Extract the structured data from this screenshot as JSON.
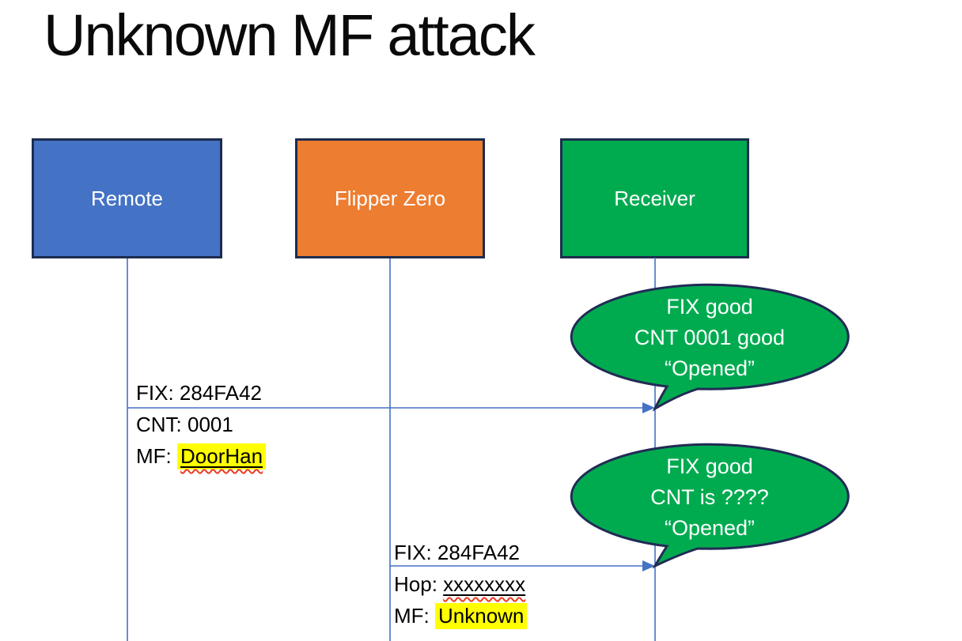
{
  "title": "Unknown MF attack",
  "actors": [
    {
      "id": "remote",
      "label": "Remote",
      "fill": "#4472C4"
    },
    {
      "id": "flipper",
      "label": "Flipper Zero",
      "fill": "#ED7D31"
    },
    {
      "id": "receiver",
      "label": "Receiver",
      "fill": "#00AB50"
    }
  ],
  "messages": [
    {
      "from": "remote",
      "to": "receiver",
      "lines": [
        {
          "text": "FIX: 284FA42"
        },
        {
          "text": "CNT: 0001"
        },
        {
          "prefix": "MF: ",
          "value": "DoorHan",
          "highlight": true,
          "underline": true,
          "squiggle": true
        }
      ]
    },
    {
      "from": "flipper",
      "to": "receiver",
      "lines": [
        {
          "text": "FIX: 284FA42"
        },
        {
          "prefix": "Hop: ",
          "value": "xxxxxxxx",
          "highlight": false,
          "underline": true,
          "squiggle": true
        },
        {
          "prefix": "MF: ",
          "value": "Unknown",
          "highlight": true,
          "underline": false,
          "squiggle": false
        }
      ]
    }
  ],
  "callouts": [
    {
      "speaker": "receiver",
      "lines": [
        "FIX good",
        "CNT 0001 good",
        "“Opened”"
      ]
    },
    {
      "speaker": "receiver",
      "lines": [
        "FIX good",
        "CNT is ????",
        "“Opened”"
      ]
    }
  ],
  "colors": {
    "actor_remote": "#4472C4",
    "actor_flipper": "#ED7D31",
    "actor_receiver": "#00AB50",
    "box_border": "#1D2C4E",
    "bubble_fill": "#00AB50",
    "bubble_border": "#222B55",
    "line_blue": "#4472C4",
    "highlight_yellow": "#FFFF00",
    "squiggle_red": "#EB3C23",
    "title_text": "#0A0A0A",
    "bubble_text": "#FFFFFF"
  }
}
